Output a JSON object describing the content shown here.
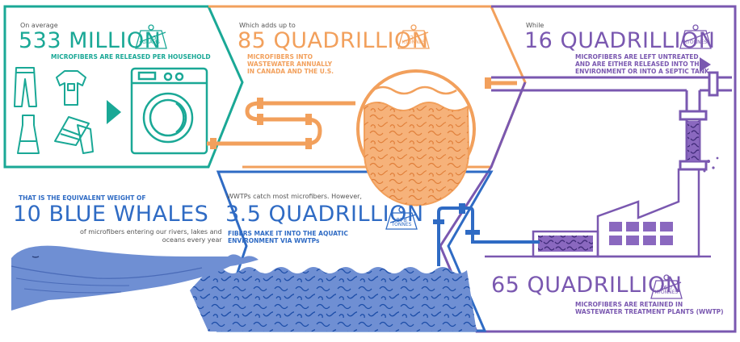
{
  "panels": {
    "household": {
      "intro": "On average",
      "big": "533 MILLION",
      "weight_value": "135",
      "weight_unit": "GRAMS",
      "caption": "MICROFIBERS ARE RELEASED PER HOUSEHOLD"
    },
    "canada": {
      "intro": "Which adds up to",
      "big": "85 QUADRILLION",
      "weight_value": "22",
      "weight_unit": "KTONNES",
      "caption_lines": [
        "MICROFIBERS INTO",
        "WASTEWATER ANNUALLY",
        "IN CANADA AND THE U.S."
      ]
    },
    "untreated": {
      "intro": "While",
      "big": "16 QUADRILLION",
      "weight_value": "4",
      "weight_unit": "KTONNES",
      "caption_lines": [
        "MICROFIBERS ARE LEFT UNTREATED",
        "AND ARE EITHER RELEASED INTO THE",
        "ENVIRONMENT OR INTO A SEPTIC TANK"
      ]
    },
    "whales": {
      "intro": "THAT IS THE EQUIVALENT WEIGHT OF",
      "big": "10 BLUE WHALES",
      "caption_lines": [
        "of microfibers entering our rivers, lakes and",
        "oceans every year"
      ]
    },
    "environment": {
      "intro": "WWTPs catch most microfibers. However,",
      "big": "3.5 QUADRILLION",
      "weight_value": "878",
      "weight_unit": "TONNES",
      "caption_lines": [
        "FIBERS MAKE IT INTO THE AQUATIC",
        "ENVIRONMENT VIA WWTPs"
      ]
    },
    "retained": {
      "big": "65 QUADRILLION",
      "weight_value": "16.7",
      "weight_unit": "KTONNES",
      "caption_lines": [
        "MICROFIBERS ARE RETAINED IN",
        "WASTEWATER TREATMENT PLANTS (WWTP)"
      ]
    }
  },
  "colors": {
    "teal": "#1aa896",
    "orange": "#f2a05c",
    "purple": "#7a58b0",
    "blue": "#2f6bc4",
    "whale": "#6f8fd3"
  }
}
